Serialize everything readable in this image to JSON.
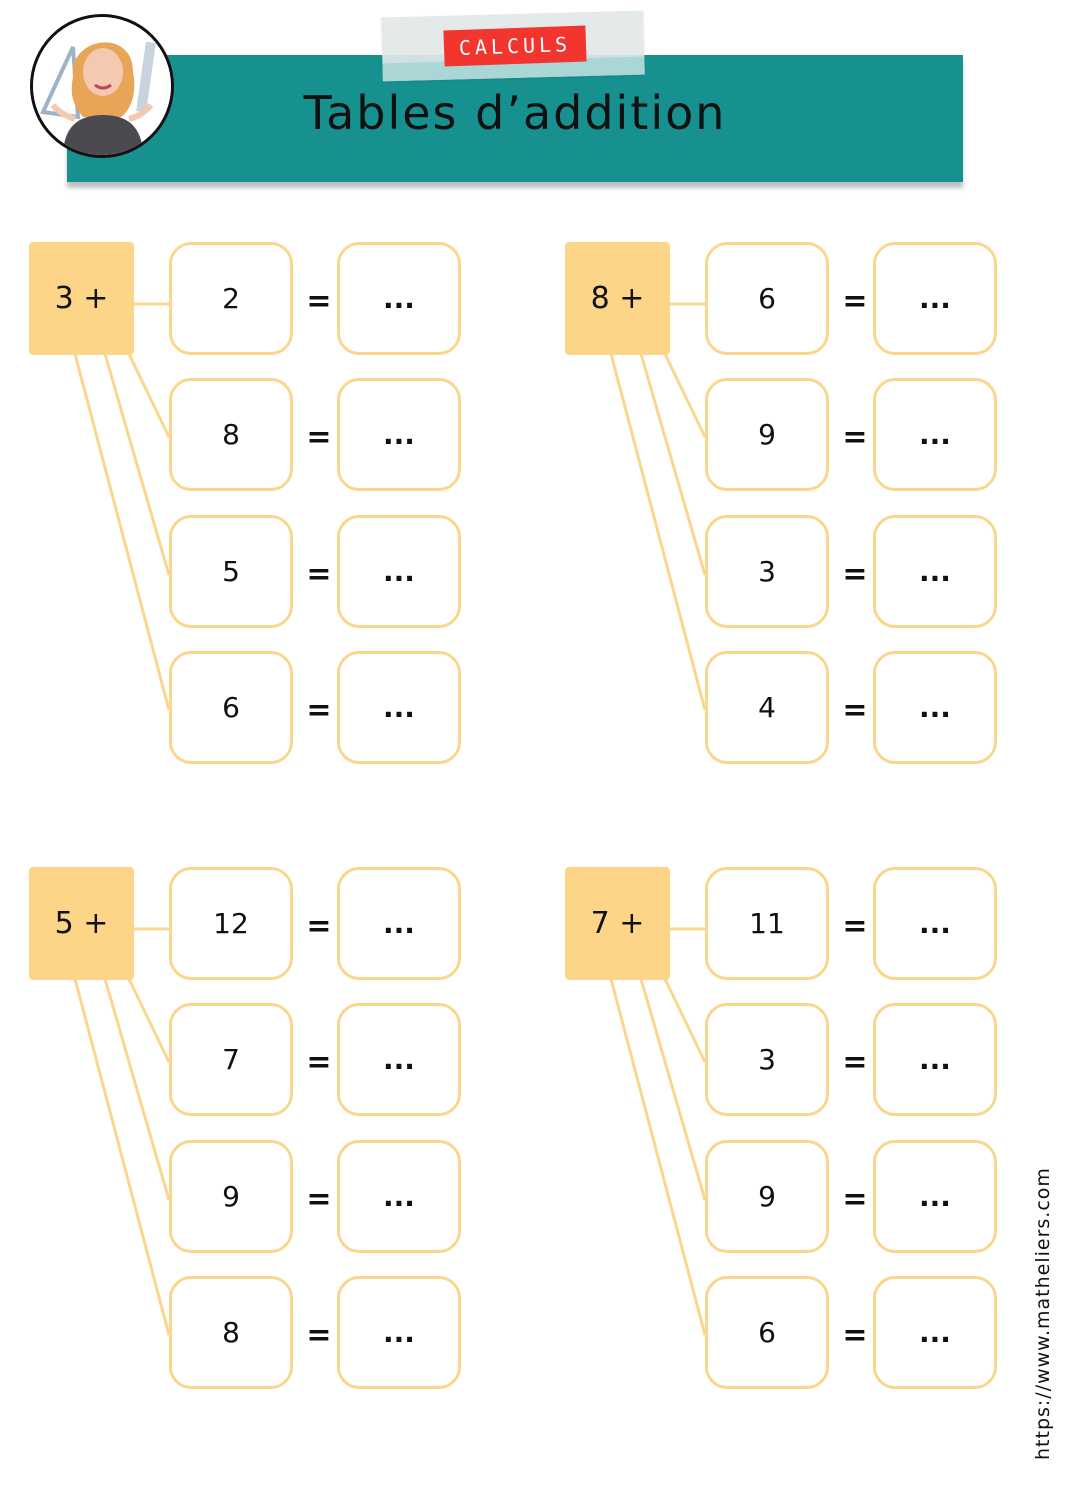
{
  "header": {
    "category": "CALCULS",
    "title": "Tables d’addition"
  },
  "colors": {
    "banner": "#17918f",
    "tag": "#f2362f",
    "op_box": "#fdd589",
    "box_border": "#fbd68e"
  },
  "icons": {
    "avatar": "teacher-avatar-icon"
  },
  "blocks": [
    {
      "op": "3 +",
      "rows": [
        {
          "n": "2",
          "eq": "=",
          "ans": "..."
        },
        {
          "n": "8",
          "eq": "=",
          "ans": "..."
        },
        {
          "n": "5",
          "eq": "=",
          "ans": "..."
        },
        {
          "n": "6",
          "eq": "=",
          "ans": "..."
        }
      ]
    },
    {
      "op": "8 +",
      "rows": [
        {
          "n": "6",
          "eq": "=",
          "ans": "..."
        },
        {
          "n": "9",
          "eq": "=",
          "ans": "..."
        },
        {
          "n": "3",
          "eq": "=",
          "ans": "..."
        },
        {
          "n": "4",
          "eq": "=",
          "ans": "..."
        }
      ]
    },
    {
      "op": "5 +",
      "rows": [
        {
          "n": "12",
          "eq": "=",
          "ans": "..."
        },
        {
          "n": "7",
          "eq": "=",
          "ans": "..."
        },
        {
          "n": "9",
          "eq": "=",
          "ans": "..."
        },
        {
          "n": "8",
          "eq": "=",
          "ans": "..."
        }
      ]
    },
    {
      "op": "7 +",
      "rows": [
        {
          "n": "11",
          "eq": "=",
          "ans": "..."
        },
        {
          "n": "3",
          "eq": "=",
          "ans": "..."
        },
        {
          "n": "9",
          "eq": "=",
          "ans": "..."
        },
        {
          "n": "6",
          "eq": "=",
          "ans": "..."
        }
      ]
    }
  ],
  "footer": {
    "website": "https://www.matheliers.com"
  }
}
